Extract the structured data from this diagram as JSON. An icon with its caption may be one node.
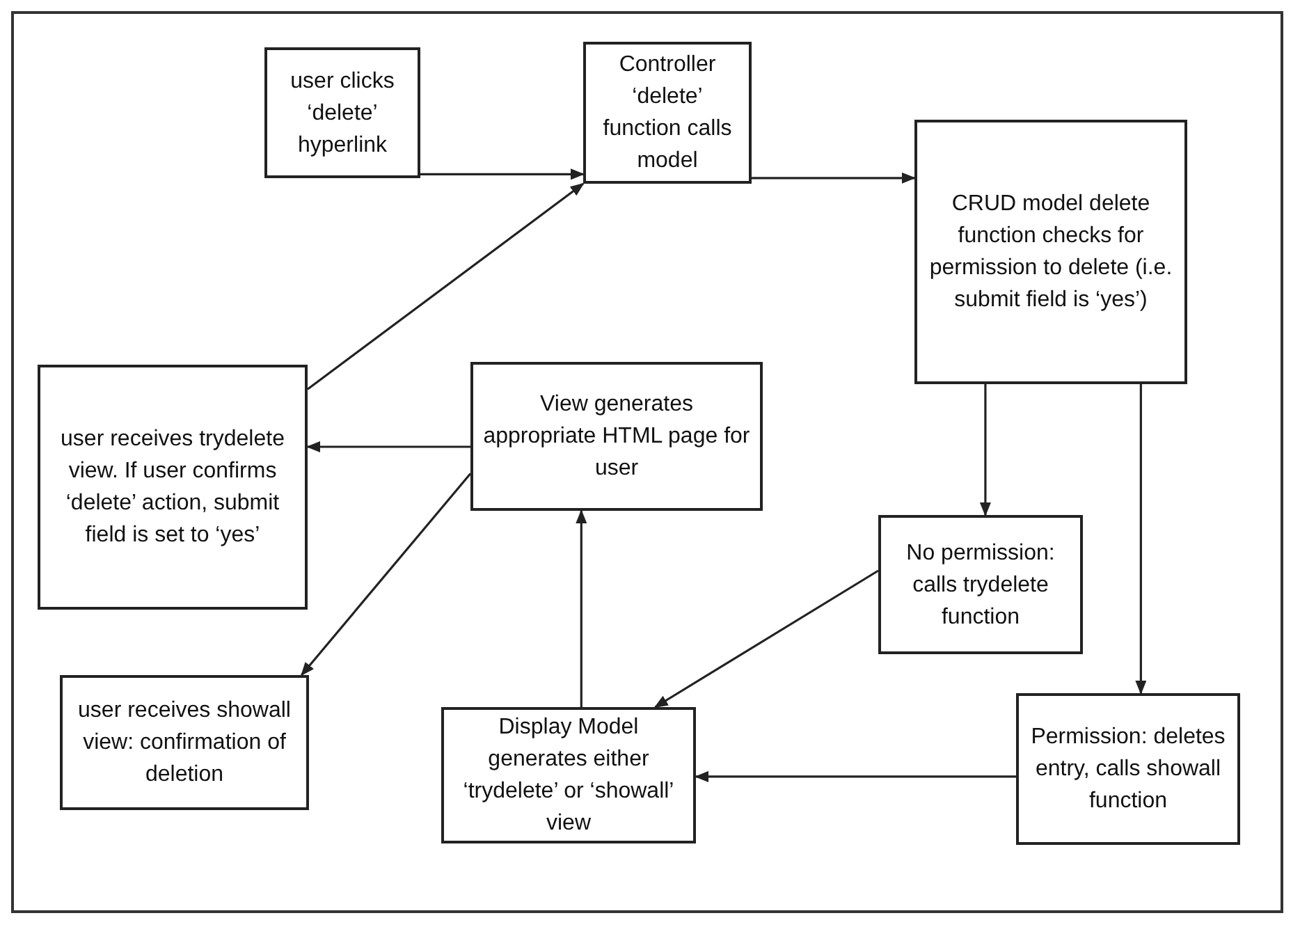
{
  "diagram": {
    "nodes": [
      {
        "text": [
          "user clicks ‘delete’ hyperlink"
        ]
      },
      {
        "text": [
          "Controller ‘delete’ function calls model"
        ]
      },
      {
        "text": [
          "CRUD model delete function checks for permission to delete (i.e. submit field is ‘yes’)"
        ]
      },
      {
        "text": [
          "user receives trydelete view. If user confirms ‘delete’ action, submit field is set to ‘yes’"
        ]
      },
      {
        "text": [
          "View generates appropriate HTML page for user"
        ]
      },
      {
        "text": [
          "No permission: calls trydelete function"
        ]
      },
      {
        "text": [
          "user receives showall view: confirmation of deletion"
        ]
      },
      {
        "text": [
          "Display Model generates either ‘trydelete’ or ‘showall’ view"
        ]
      },
      {
        "text": [
          "Permission: deletes entry, calls showall function"
        ]
      }
    ],
    "edges": [
      {
        "from": 0,
        "to": 1,
        "arrow": "to"
      },
      {
        "from": 1,
        "to": 2,
        "arrow": "to"
      },
      {
        "from": 3,
        "to": 1,
        "arrow": "to"
      },
      {
        "from": 4,
        "to": 3,
        "arrow": "to"
      },
      {
        "from": 4,
        "to": 6,
        "arrow": "to"
      },
      {
        "from": 2,
        "to": 5,
        "arrow": "to"
      },
      {
        "from": 2,
        "to": 8,
        "arrow": "to"
      },
      {
        "from": 5,
        "to": 7,
        "arrow": "to"
      },
      {
        "from": 8,
        "to": 7,
        "arrow": "to"
      },
      {
        "from": 7,
        "to": 4,
        "arrow": "to"
      }
    ]
  }
}
